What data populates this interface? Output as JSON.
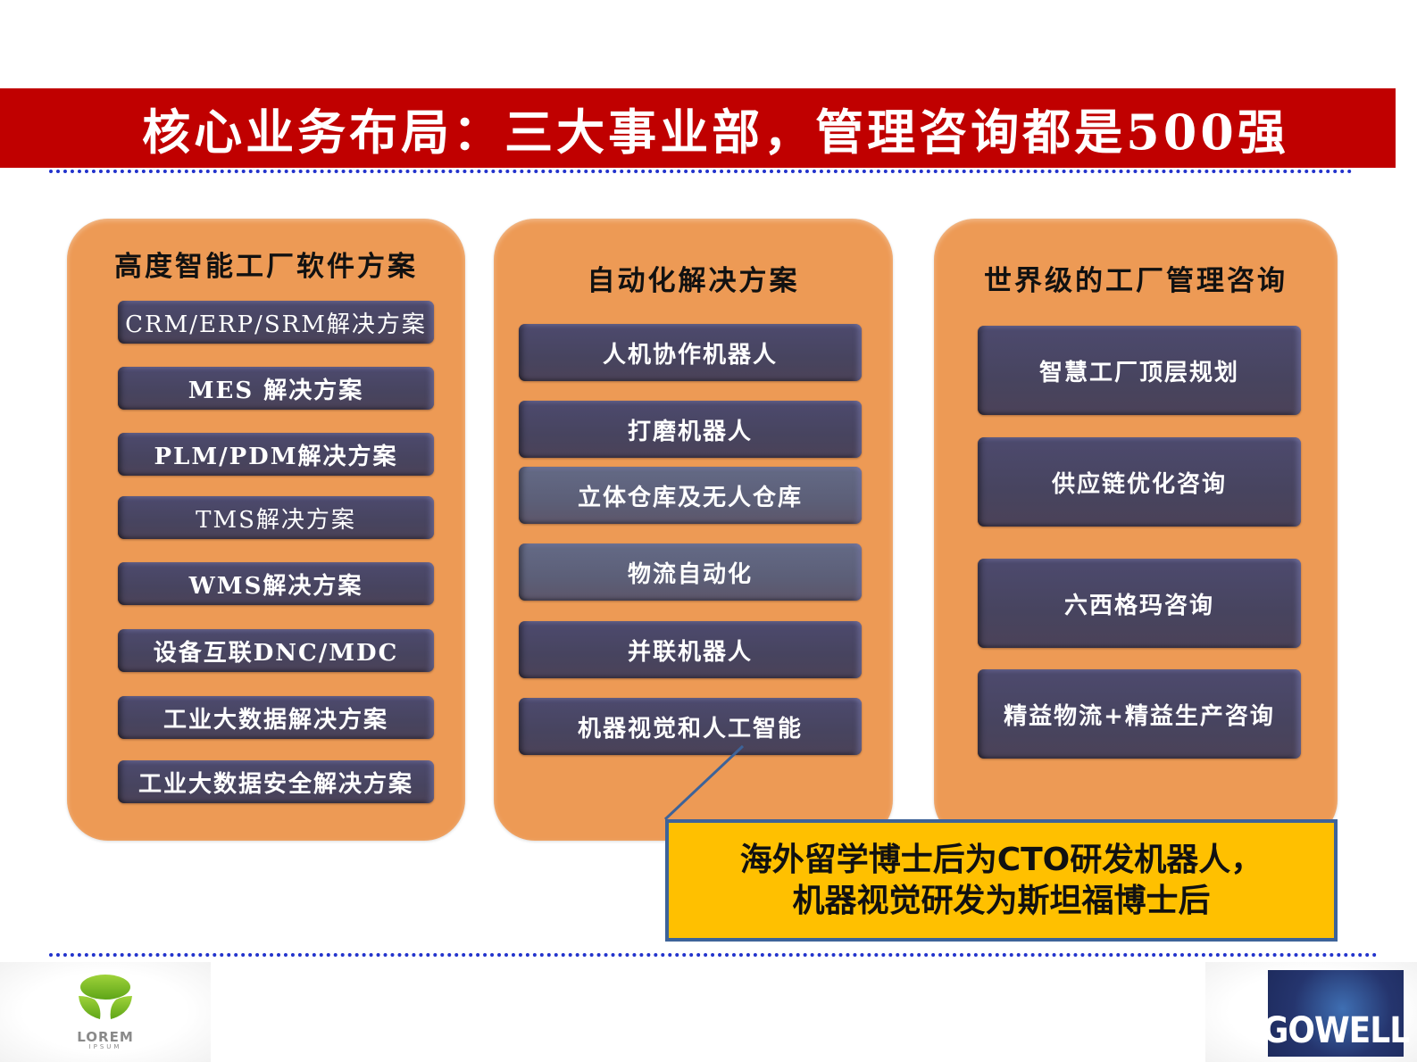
{
  "title": "核心业务布局：三大事业部，管理咨询都是500强",
  "colors": {
    "title_bar": "#c00000",
    "panel": "#ed9a55",
    "tile": "#47445f",
    "tile_light": "#5c5f78",
    "callout_fill": "#ffc000",
    "callout_border": "#3d6399",
    "dotted_rule": "#2233cc"
  },
  "panels": [
    {
      "title": "高度智能工厂软件方案",
      "items": [
        {
          "label": "CRM/ERP/SRM解决方案"
        },
        {
          "label": "MES 解决方案"
        },
        {
          "label": "PLM/PDM解决方案"
        },
        {
          "label": "TMS解决方案"
        },
        {
          "label": "WMS解决方案"
        },
        {
          "label": "设备互联DNC/MDC"
        },
        {
          "label": "工业大数据解决方案"
        },
        {
          "label": "工业大数据安全解决方案"
        }
      ]
    },
    {
      "title": "自动化解决方案",
      "items": [
        {
          "label": "人机协作机器人"
        },
        {
          "label": "打磨机器人"
        },
        {
          "label": "立体仓库及无人仓库"
        },
        {
          "label": "物流自动化"
        },
        {
          "label": "并联机器人"
        },
        {
          "label": "机器视觉和人工智能"
        }
      ]
    },
    {
      "title": "世界级的工厂管理咨询",
      "items": [
        {
          "label": "智慧工厂顶层规划"
        },
        {
          "label": "供应链优化咨询"
        },
        {
          "label": "六西格玛咨询"
        },
        {
          "label": "精益物流+精益生产咨询"
        }
      ]
    }
  ],
  "callout": {
    "line1": "海外留学博士后为CTO研发机器人，",
    "line2": "机器视觉研发为斯坦福博士后"
  },
  "footer": {
    "left_logo": {
      "word1": "LOREM",
      "word2": "IPSUM"
    },
    "right_logo": {
      "text": "GOWELL"
    }
  }
}
